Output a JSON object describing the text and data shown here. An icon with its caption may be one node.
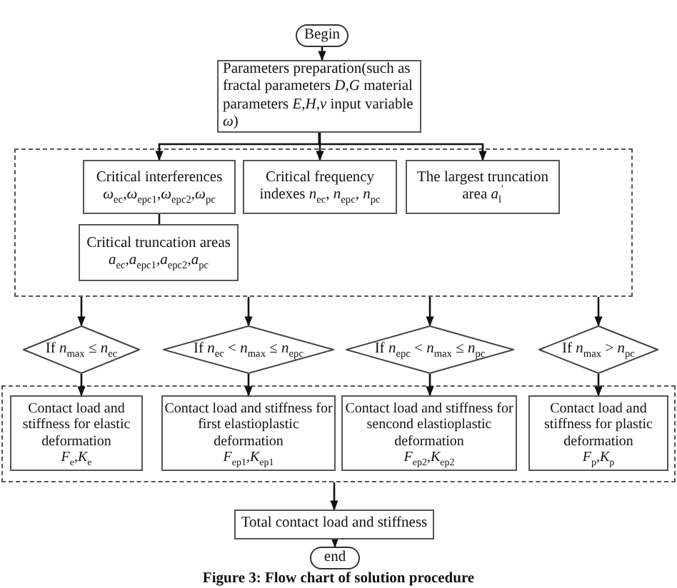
{
  "diagram": {
    "caption": "Figure 3: Flow chart of solution procedure",
    "nodes": [
      {
        "text": [
          "Begin"
        ]
      },
      {
        "text": [
          "Parameters preparation(such as fractal parameters *D*,*G* material parameters *E*,*H*,*ν* input variable *ω*)"
        ]
      },
      {
        "text": [],
        "shape": "box"
      },
      {
        "text": [
          "Critical interferences",
          "*ω*$_{ec}$,*ω*$_{epc1}$,*ω*$_{epc2}$,*ω*$_{pc}$"
        ],
        "in": 2
      },
      {
        "text": [
          "Critical frequency indexes *n*$_{ec}$, *n*$_{epc}$, *n*$_{pc}$"
        ],
        "in": 2
      },
      {
        "text": [
          "The largest truncation area *a*$_{l}$$^{'}$"
        ],
        "in": 2
      },
      {
        "text": [
          "Critical truncation areas",
          "*a*$_{ec}$,*a*$_{epc1}$,*a*$_{epc2}$,*a*$_{pc}$"
        ],
        "in": 2
      },
      {
        "text": [
          "If *n*$_{max}$ ≤ *n*$_{ec}$"
        ]
      },
      {
        "text": [
          "If *n*$_{ec}$ < *n*$_{max}$ ≤ *n*$_{epc}$"
        ]
      },
      {
        "text": [
          "If *n*$_{epc}$ < *n*$_{max}$ ≤ *n*$_{pc}$"
        ]
      },
      {
        "text": [
          "If *n*$_{max}$ > *n*$_{pc}$"
        ]
      },
      {
        "text": [],
        "shape": "box"
      },
      {
        "text": [
          "Contact load and stiffness for elastic deformation",
          "*F*$_{e}$,*K*$_{e}$"
        ],
        "in": 11
      },
      {
        "text": [
          "Contact load and stiffness for first elastioplastic deformation",
          "*F*$_{ep1}$,*K*$_{ep1}$"
        ],
        "in": 11
      },
      {
        "text": [
          "Contact load and stiffness for sencond elastioplastic deformation",
          "*F*$_{ep2}$,*K*$_{ep2}$"
        ],
        "in": 11
      },
      {
        "text": [
          "Contact load and stiffness for plastic deformation",
          "*F*$_{p}$,*K*$_{p}$"
        ],
        "in": 11
      },
      {
        "text": [
          "Total contact load and stiffness"
        ]
      },
      {
        "text": [
          "end"
        ]
      }
    ],
    "edges": [
      {
        "from": 0,
        "to": 1,
        "arrow": "to"
      },
      {
        "from": 1,
        "to": 3,
        "arrow": "to"
      },
      {
        "from": 1,
        "to": 4,
        "arrow": "to"
      },
      {
        "from": 1,
        "to": 5,
        "arrow": "to"
      },
      {
        "from": 3,
        "to": 6,
        "arrow": "none"
      },
      {
        "from": 2,
        "to": 7,
        "arrow": "to"
      },
      {
        "from": 2,
        "to": 8,
        "arrow": "to"
      },
      {
        "from": 2,
        "to": 9,
        "arrow": "to"
      },
      {
        "from": 2,
        "to": 10,
        "arrow": "to"
      },
      {
        "from": 7,
        "to": 12,
        "arrow": "to"
      },
      {
        "from": 8,
        "to": 13,
        "arrow": "to"
      },
      {
        "from": 9,
        "to": 14,
        "arrow": "to"
      },
      {
        "from": 10,
        "to": 15,
        "arrow": "to"
      },
      {
        "from": 11,
        "to": 16,
        "arrow": "to"
      },
      {
        "from": 16,
        "to": 17,
        "arrow": "to"
      }
    ]
  }
}
